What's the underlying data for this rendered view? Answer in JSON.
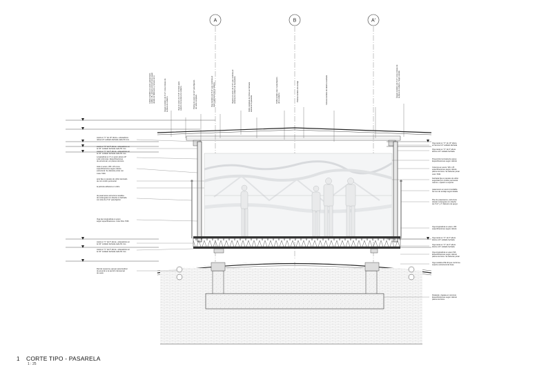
{
  "axes": [
    {
      "label": "A"
    },
    {
      "label": "B"
    },
    {
      "label": "A'"
    }
  ],
  "title": {
    "number": "1",
    "text": "CORTE TIPO - PASARELA",
    "scale": "1 : 25"
  },
  "top_notes": [
    "Lámina metálica en acero galvanizado\ncalibre 18 y pintura anticorrosiva según\ndetalle de fabricante y remate de la",
    "Ángulo metálico de 2\"x2\" como remate de\nla placa de cubierta",
    "Viga en acero de 3\"x6\" H=3mm para\nsoporte de la placa de cubierta",
    "Platina de acero de 1/2\" para fijación\nde vidrio templado",
    "Viga metálica de 6\"x3\" que conforma el\nmarco perimetral de la cubierta",
    "Vigueta en acero de 2\"x3\" que conforma el\nsistema de cubierta de la pasarela",
    "Vidrio templado de 10mm en fachada\nlateral de la pasarela",
    "Perfil metálico tipo C para fijación\nde la cubierta",
    "Platina metálica de anclaje",
    "Celosía metálica de tubería cuadrada",
    "Ángulo metálico de 2\"x2\" como remate de\nla placa de cubierta. Según detalle"
  ],
  "left_notes": [
    "canal en \"C\" de 10\" altura + atiesadores\nrativa 1/4\" soldado fachada cada 60 cms.",
    "canal en \"C\" de 6\" altura + atiesadores en\nla 1/4\" soldado fachada cada 60 cms.",
    "canal en \"C\" de 6\" altura + atiesadores en\nla 1/4\" soldado fachada cada 60 cms.",
    "Longitudinal en 3\" en acero altura 10\"\na las columnas. Especificaciones\nde estructural, ver planos técnicos.",
    "total en acero, W6 x 25 como\nespecificaciones según cálculo\nestructural. Se deberán pintar con\nColor 7036.",
    "ante fija en paneles de vidrio laminado\nde con cordón perimetral",
    "la película adhesiva en vidrio",
    "de pasamanos estructura metálica\nde rectangular con diseño en fachada\ncon tubo de 2\"x2\" para fijación",
    "Viga tipo longitudinal en acero\nsegún especificaciones. Color RAL 7036",
    "canal en \"C\" de 6\" altura + atiesadores en\nla 1/4\" soldado fachada cada 60 cms.",
    "canal en \"C\" de 6\" altura + atiesadores en\nla 1/4\" soldado fachada cada 60 cms.",
    "Riel de neoprena, apoyar para deslizar\nde acuerdo a la sección transversal\nde suelo."
  ],
  "right_notes": [
    "Viga canal en \"C\" de 10\" altura\nen lámina 1/4\" soldado fachada",
    "Viga canal en \"C\" de 6\" altura\nlámina 1/4\" soldado fachada",
    "Proyección luminaria de apoyo\nEspecificaciones según cálculo",
    "Columna en acero, W6 x 25\nespecificaciones según cálculo\nplanos técnicos. Se deberán pintar\ncolor 7036.",
    "Fachada fija en paneles de vidrio\nseguridad con cordón perimetral\nmarcos + fijación a soporte",
    "pasamanos en acero inoxidable\nde tuvo de anclaje según detalle",
    "Piso de pasamanos, estructura\ntubular rectangular con diseño\nde 2\"x2\" y 2\" diámetro de apoyo",
    "Viga longitudinal en acero, W6\nespecificaciones según cálculo",
    "Viga canal en \"C\" de 6\" altura\nlámina 1/4\" soldado fachada",
    "Viga canal en \"C\" de 6\" altura\nlámina 1/4\" soldado fachada",
    "Viga longitudinal en acero W6\nEspecificaciones según cálculo\nplanos técnicos. Se deberán pintar",
    "Viga metálica IPE 40 que conforma\nsoporte estructural de base.",
    "Pedestal y zapata en concreto.\nEspecificaciones según cálculo\nplanos técnicos."
  ]
}
